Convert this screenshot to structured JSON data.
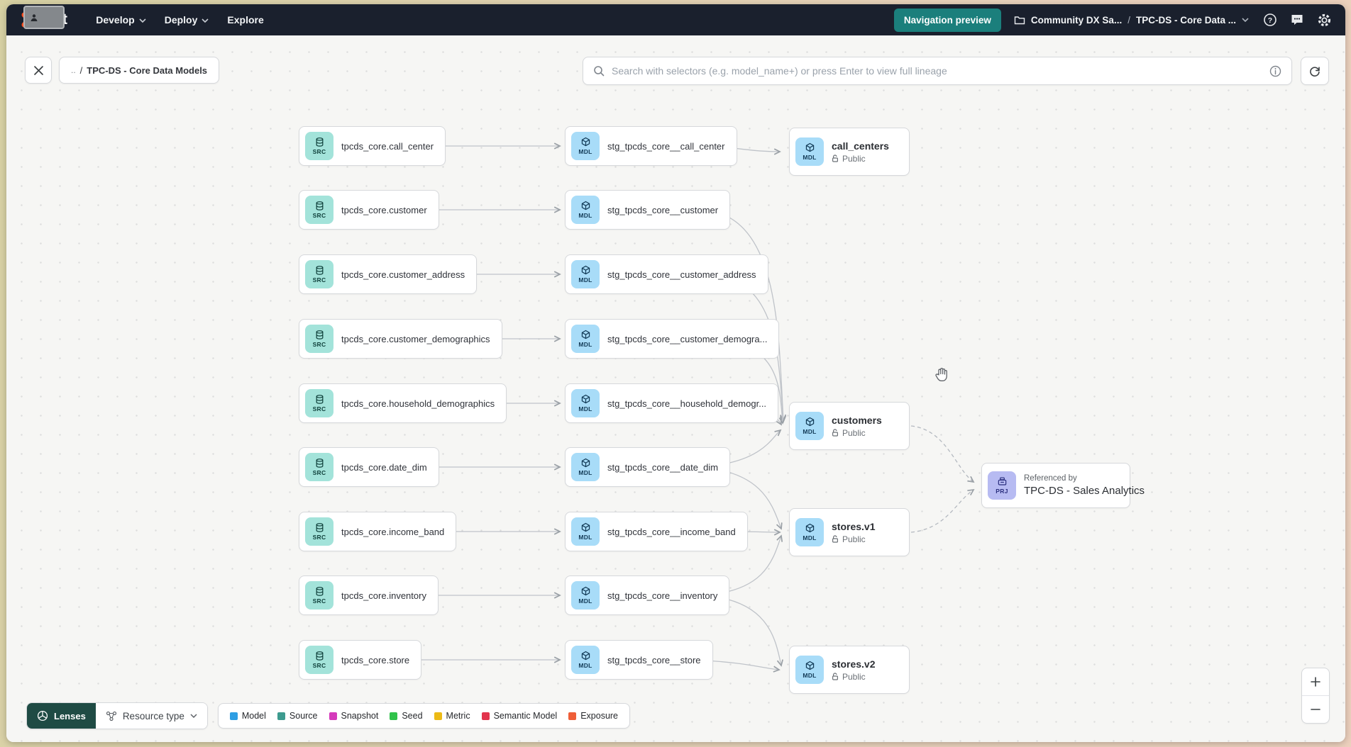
{
  "navbar": {
    "logo_text": "dbt",
    "menu": {
      "develop": "Develop",
      "deploy": "Deploy",
      "explore": "Explore"
    },
    "nav_preview_button": "Navigation preview",
    "breadcrumb": {
      "project": "Community DX Sa...",
      "separator": "/",
      "page": "TPC-DS - Core Data ..."
    }
  },
  "toolbar": {
    "breadcrumb_prefix": "..",
    "breadcrumb_separator": "/",
    "breadcrumb_title": "TPC-DS - Core Data Models",
    "search_placeholder": "Search with selectors (e.g. model_name+) or press Enter to view full lineage"
  },
  "graph": {
    "badges": {
      "src": "SRC",
      "mdl": "MDL",
      "prj": "PRJ"
    },
    "src_nodes": [
      {
        "label": "tpcds_core.call_center"
      },
      {
        "label": "tpcds_core.customer"
      },
      {
        "label": "tpcds_core.customer_address"
      },
      {
        "label": "tpcds_core.customer_demographics"
      },
      {
        "label": "tpcds_core.household_demographics"
      },
      {
        "label": "tpcds_core.date_dim"
      },
      {
        "label": "tpcds_core.income_band"
      },
      {
        "label": "tpcds_core.inventory"
      },
      {
        "label": "tpcds_core.store"
      }
    ],
    "stg_nodes": [
      {
        "label": "stg_tpcds_core__call_center"
      },
      {
        "label": "stg_tpcds_core__customer"
      },
      {
        "label": "stg_tpcds_core__customer_address"
      },
      {
        "label": "stg_tpcds_core__customer_demogra..."
      },
      {
        "label": "stg_tpcds_core__household_demogr..."
      },
      {
        "label": "stg_tpcds_core__date_dim"
      },
      {
        "label": "stg_tpcds_core__income_band"
      },
      {
        "label": "stg_tpcds_core__inventory"
      },
      {
        "label": "stg_tpcds_core__store"
      }
    ],
    "public_nodes": [
      {
        "title": "call_centers",
        "visibility": "Public"
      },
      {
        "title": "customers",
        "visibility": "Public"
      },
      {
        "title": "stores.v1",
        "visibility": "Public"
      },
      {
        "title": "stores.v2",
        "visibility": "Public"
      }
    ],
    "project_node": {
      "caption": "Referenced by",
      "title": "TPC-DS - Sales Analytics"
    }
  },
  "footer": {
    "lenses_label": "Lenses",
    "resource_type_label": "Resource type",
    "legend": [
      {
        "label": "Model",
        "color": "#2e9ee3"
      },
      {
        "label": "Source",
        "color": "#3d9b8f"
      },
      {
        "label": "Snapshot",
        "color": "#d53abb"
      },
      {
        "label": "Seed",
        "color": "#30c24b"
      },
      {
        "label": "Metric",
        "color": "#ecba16"
      },
      {
        "label": "Semantic Model",
        "color": "#e2344d"
      },
      {
        "label": "Exposure",
        "color": "#ef5e38"
      }
    ]
  }
}
